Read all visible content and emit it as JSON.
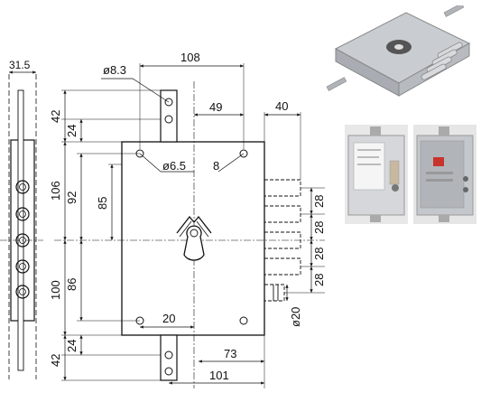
{
  "drawing": {
    "dimensions": {
      "d_31_5": "31.5",
      "d_108": "108",
      "d_8_3": "ø8.3",
      "d_49": "49",
      "d_40": "40",
      "d_42_top": "42",
      "d_24_top": "24",
      "d_6_5": "ø6.5",
      "d_8": "8",
      "d_106": "106",
      "d_92": "92",
      "d_85": "85",
      "d_28_a": "28",
      "d_28_b": "28",
      "d_28_c": "28",
      "d_28_d": "28",
      "d_100": "100",
      "d_86": "86",
      "d_20_top": "20",
      "d_20_dia": "ø20",
      "d_42_bot": "42",
      "d_24_bot": "24",
      "d_73": "73",
      "d_101": "101"
    }
  },
  "photos": [
    {
      "name": "lock-3d-render-photo"
    },
    {
      "name": "lock-package-front-photo"
    },
    {
      "name": "lock-package-back-photo"
    }
  ]
}
